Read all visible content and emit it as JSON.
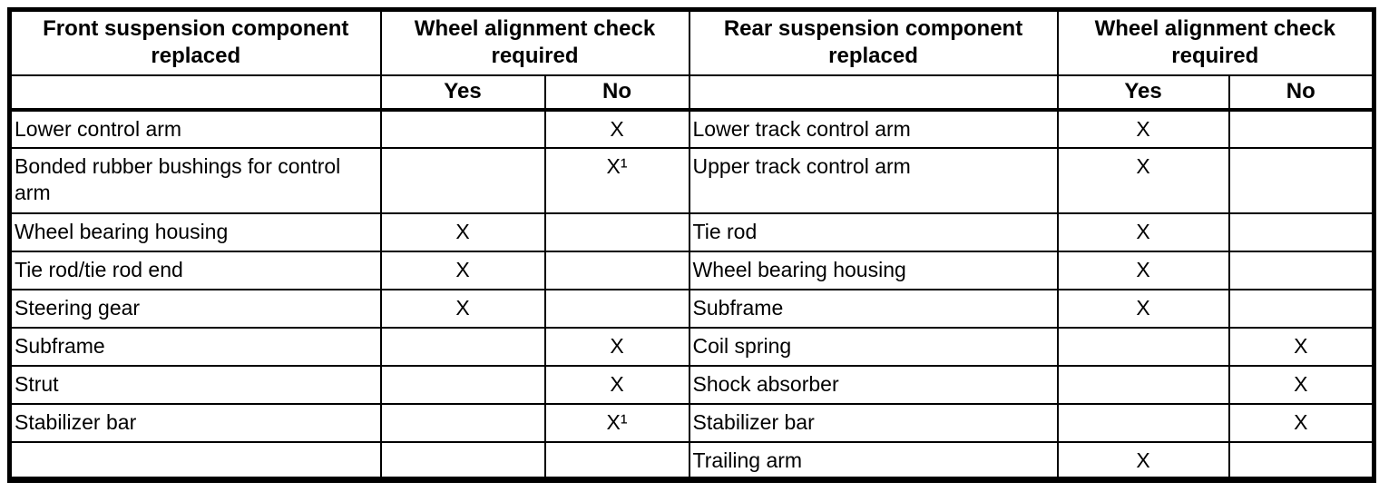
{
  "table": {
    "front": {
      "component_header": "Front suspension component replaced",
      "check_header": "Wheel alignment check required",
      "yes_label": "Yes",
      "no_label": "No"
    },
    "rear": {
      "component_header": "Rear suspension component replaced",
      "check_header": "Wheel alignment check required",
      "yes_label": "Yes",
      "no_label": "No"
    },
    "rows": [
      {
        "front_component": "Lower control arm",
        "front_yes": "",
        "front_no": "X",
        "rear_component": "Lower track control arm",
        "rear_yes": "X",
        "rear_no": ""
      },
      {
        "front_component": "Bonded rubber bushings for control arm",
        "front_yes": "",
        "front_no": "X¹",
        "rear_component": "Upper track control arm",
        "rear_yes": "X",
        "rear_no": ""
      },
      {
        "front_component": "Wheel bearing housing",
        "front_yes": "X",
        "front_no": "",
        "rear_component": "Tie rod",
        "rear_yes": "X",
        "rear_no": ""
      },
      {
        "front_component": "Tie rod/tie rod end",
        "front_yes": "X",
        "front_no": "",
        "rear_component": "Wheel bearing housing",
        "rear_yes": "X",
        "rear_no": ""
      },
      {
        "front_component": "Steering gear",
        "front_yes": "X",
        "front_no": "",
        "rear_component": "Subframe",
        "rear_yes": "X",
        "rear_no": ""
      },
      {
        "front_component": "Subframe",
        "front_yes": "",
        "front_no": "X",
        "rear_component": "Coil spring",
        "rear_yes": "",
        "rear_no": "X"
      },
      {
        "front_component": "Strut",
        "front_yes": "",
        "front_no": "X",
        "rear_component": "Shock absorber",
        "rear_yes": "",
        "rear_no": "X"
      },
      {
        "front_component": "Stabilizer bar",
        "front_yes": "",
        "front_no": "X¹",
        "rear_component": "Stabilizer bar",
        "rear_yes": "",
        "rear_no": "X"
      },
      {
        "front_component": "",
        "front_yes": "",
        "front_no": "",
        "rear_component": "Trailing arm",
        "rear_yes": "X",
        "rear_no": ""
      }
    ]
  },
  "colors": {
    "border": "#000000",
    "text": "#000000",
    "background": "#ffffff"
  }
}
